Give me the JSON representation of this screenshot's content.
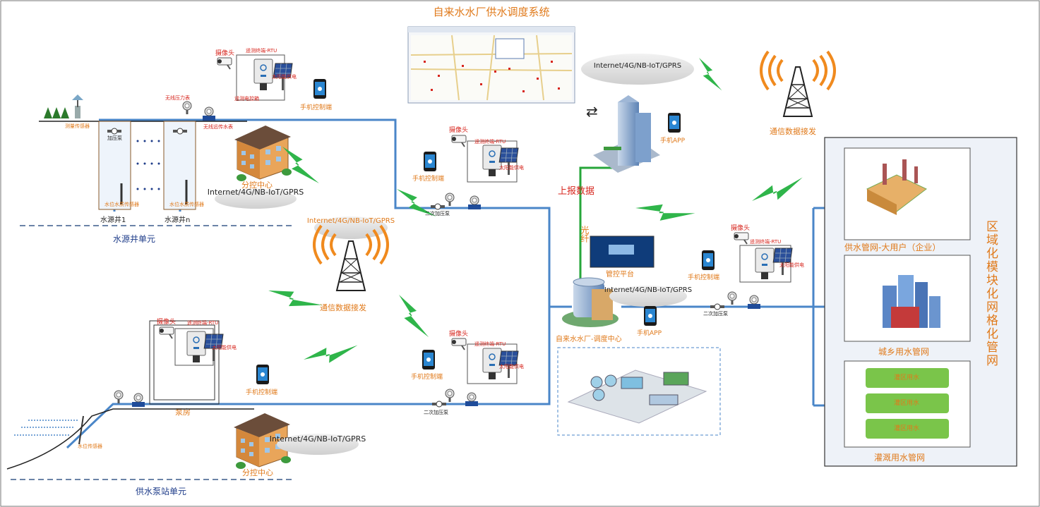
{
  "title": "自来水水厂供水调度系统",
  "units": {
    "water_source": "水源井单元",
    "pump_station": "供水泵站单元",
    "regional": "区域化模块化网格化管网"
  },
  "wells": {
    "well1": "水源井1",
    "welln": "水源井n",
    "sensor_top": "测量传感器",
    "pump": "加压泵",
    "level_sensor_1": "水位水质传感器",
    "level_sensor_2": "水位水质传感器"
  },
  "labels": {
    "camera": "摄像头",
    "rtu": "遥测终端-RTU",
    "solar": "太阳能供电",
    "control_box": "遥测电控箱",
    "phone_control": "手机控制端",
    "phone_app": "手机APP",
    "pressure_gauge": "无线压力表",
    "flow_meter": "无线远传水表",
    "booster_pump": "二次加压泵",
    "sub_center": "分控中心",
    "network": "Internet/4G/NB-IoT/GPRS",
    "network_top": "Internet/4G/NB-IoT/GPRS",
    "comm_relay": "通信数据接发",
    "report_data": "上报数据",
    "fiber": "光纤",
    "control_platform": "管控平台",
    "dispatch_center": "自来水水厂-调度中心",
    "pump_house": "泵房",
    "level_sensor_slope": "水位传感器"
  },
  "right_panel": {
    "large_users": "供水管网-大用户（企业）",
    "urban_rural": "城乡用水管网",
    "irrigation": "灌溉用水管网",
    "field_label": "灌区用水"
  },
  "colors": {
    "pipe": "#4a86c8",
    "accent": "#e07a1b",
    "bolt": "#2fb54a",
    "fiber": "#26a63a",
    "panel_bg": "#eef2f8"
  }
}
